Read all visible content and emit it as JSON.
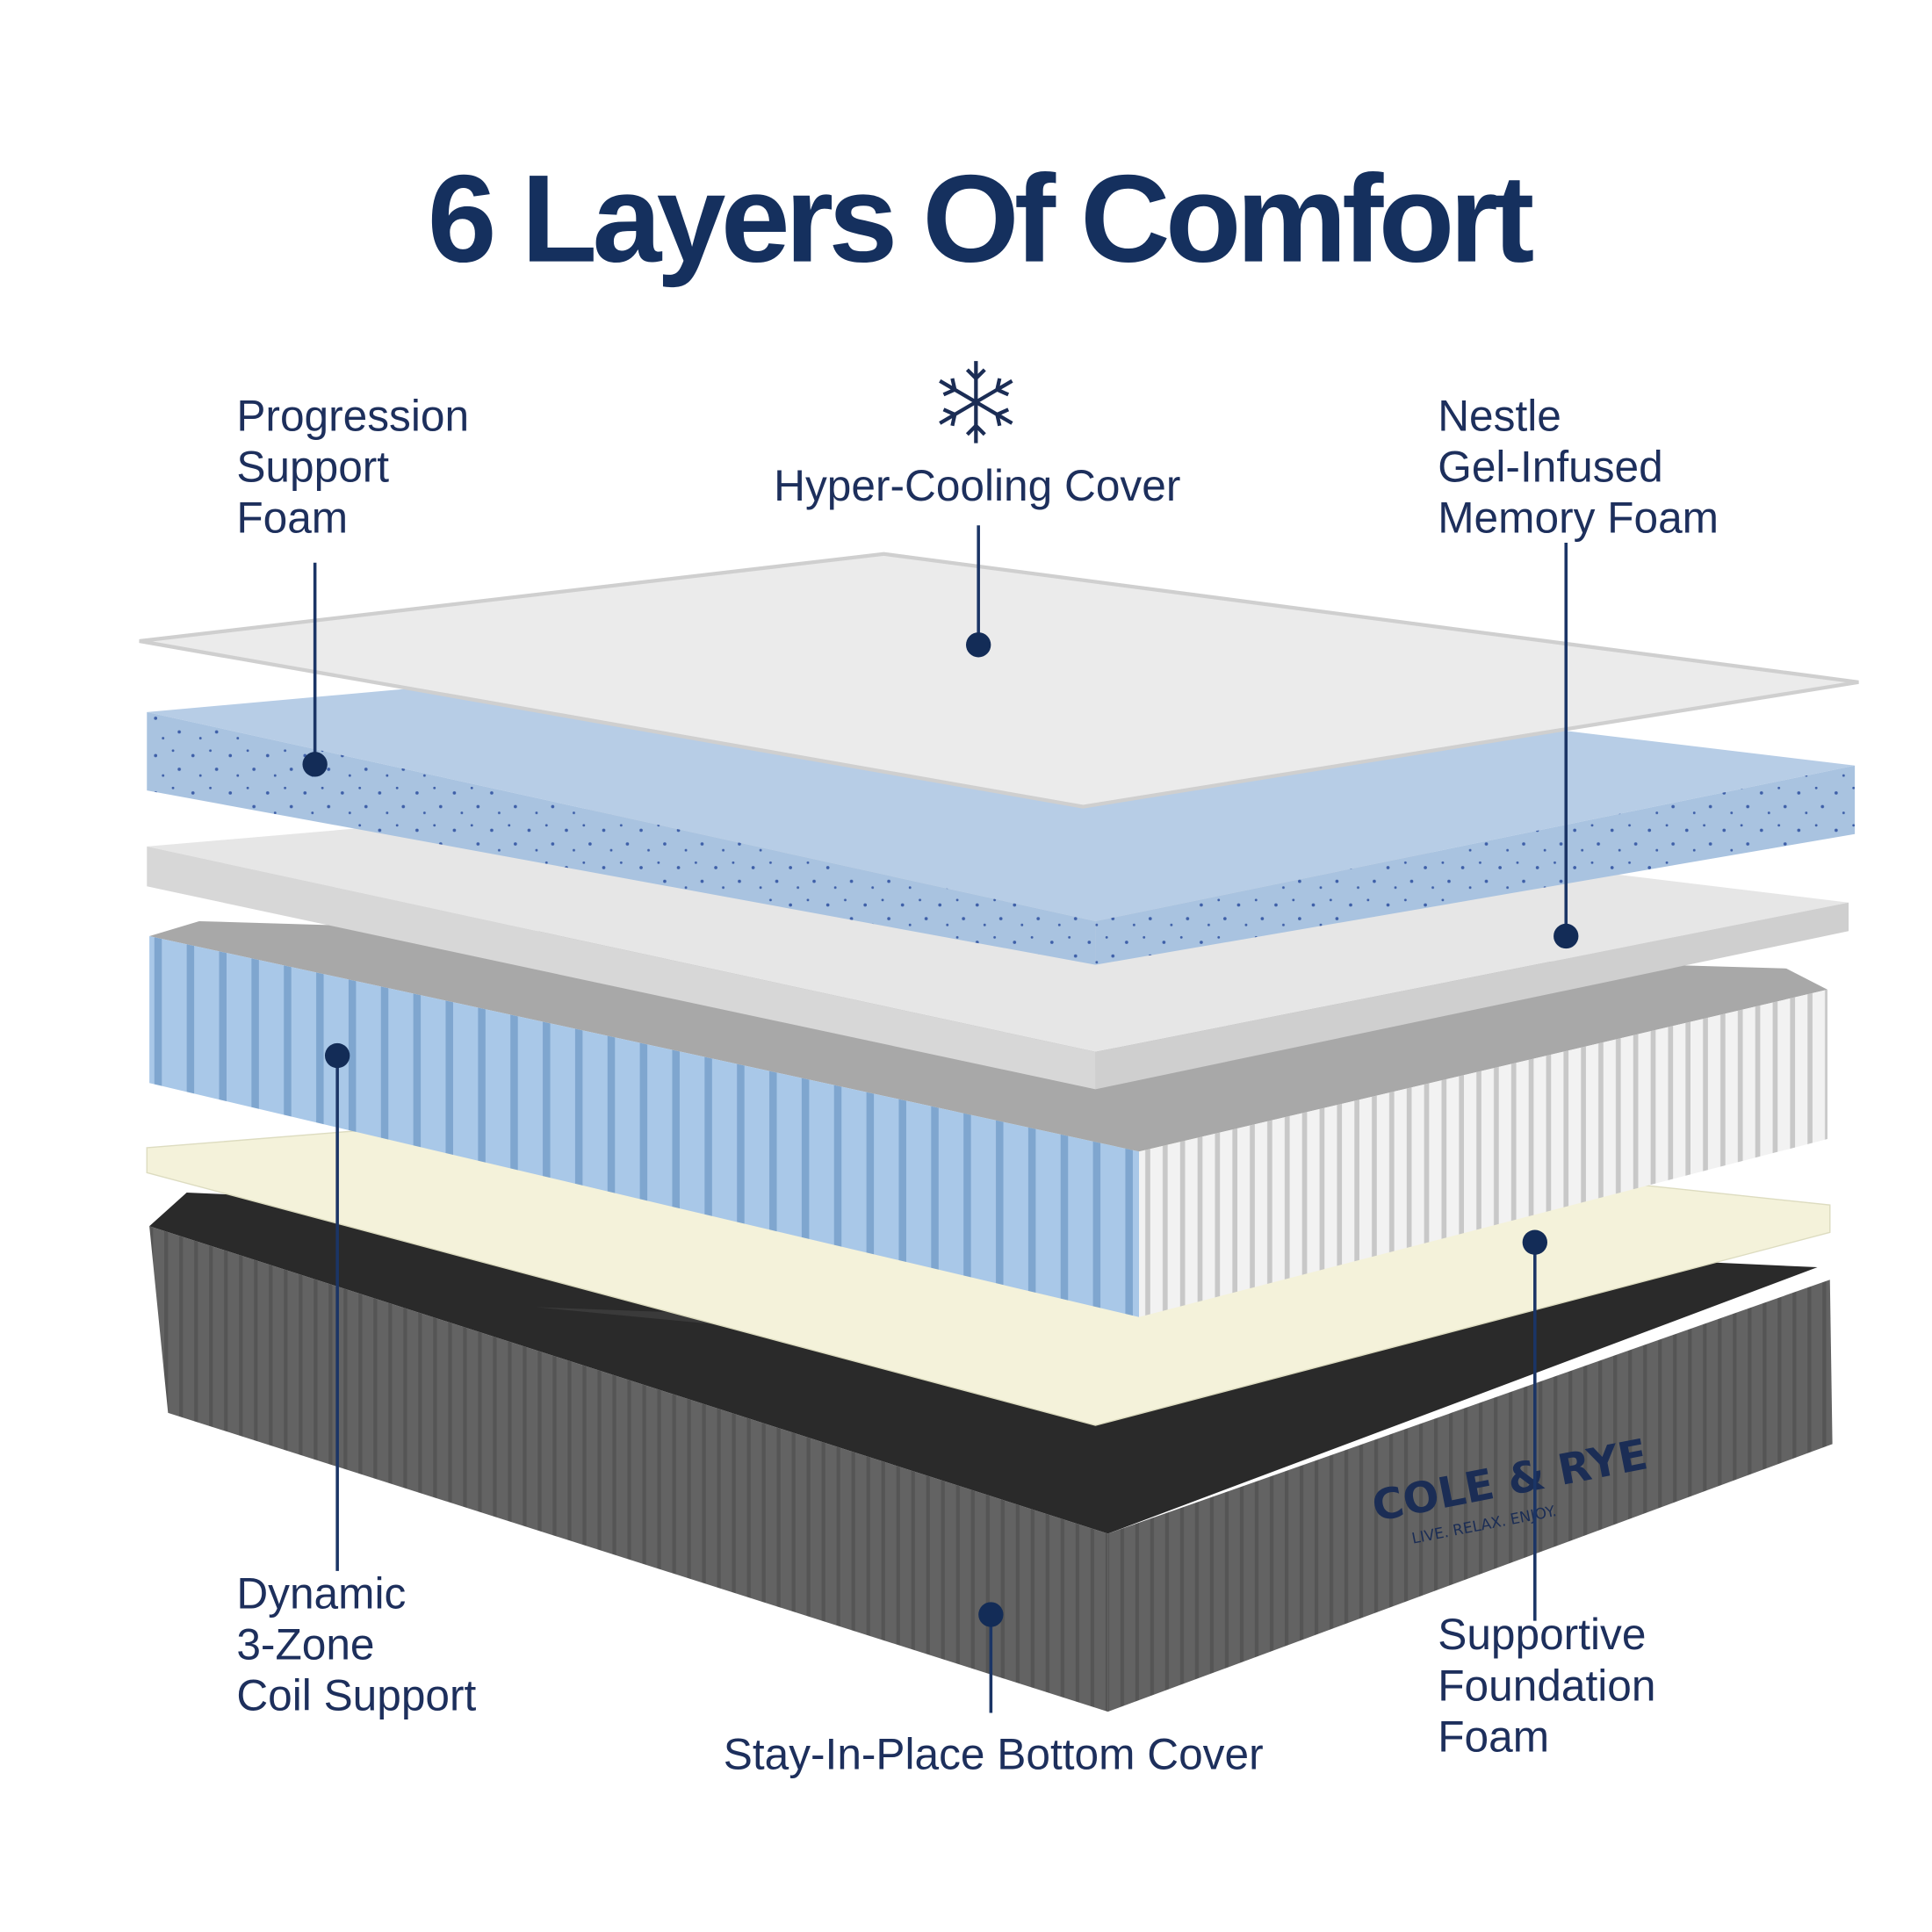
{
  "title": "6 Layers Of Comfort",
  "labels": {
    "progression": [
      "Progression",
      "Support",
      "Foam"
    ],
    "cover": "Hyper-Cooling Cover",
    "nestle": [
      "Nestle",
      "Gel-Infused",
      "Memory Foam"
    ],
    "coil": [
      "Dynamic",
      "3-Zone",
      "Coil Support"
    ],
    "bottom": "Stay-In-Place Bottom Cover",
    "foundation": [
      "Supportive",
      "Foundation",
      "Foam"
    ]
  },
  "logo": {
    "brand": "COLE & RYE",
    "tagline": "LIVE. RELAX. ENJOY."
  },
  "icons": {
    "cooling": "snowflake-icon"
  },
  "colors": {
    "text": "#1d2f5c",
    "cover": "#e9e9e9",
    "gel_foam": "#a9c3e0",
    "memory_foam": "#d8d8d8",
    "coil_blue": "#a6c6e6",
    "foundation": "#f3f1d8",
    "base": "#5f5f5f"
  }
}
